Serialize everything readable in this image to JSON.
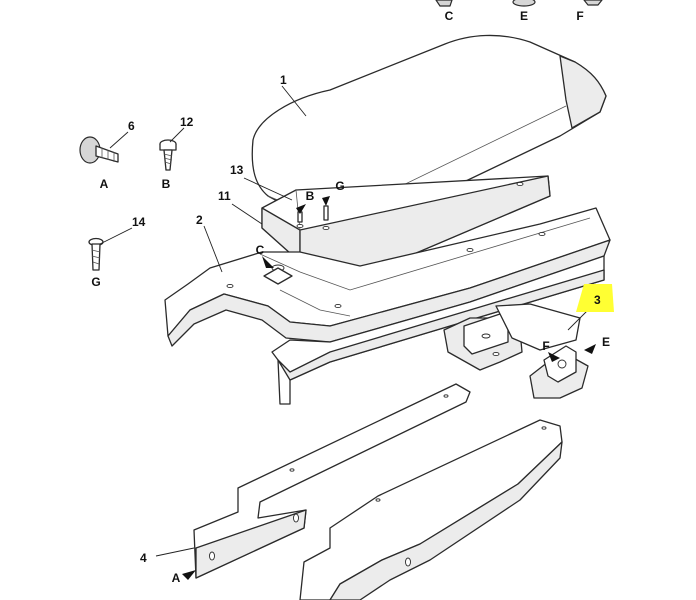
{
  "callouts": {
    "armrest_lid": "1",
    "console_base": "2",
    "hinge": "3",
    "side_panel": "4",
    "screw_a": "6",
    "screw_b": "12",
    "bracket": "11",
    "plate": "13",
    "screw_g": "14"
  },
  "fastener_letters": {
    "top_c": "C",
    "top_e": "E",
    "top_f": "F",
    "screw6": "A",
    "screw12": "B",
    "screw14": "G",
    "plate_b": "B",
    "plate_g": "G",
    "base_c": "C",
    "hinge_f": "F",
    "hinge_e": "E",
    "panel_a": "A"
  },
  "colors": {
    "highlight": "#ffff33",
    "line": "#2b2b2b"
  }
}
